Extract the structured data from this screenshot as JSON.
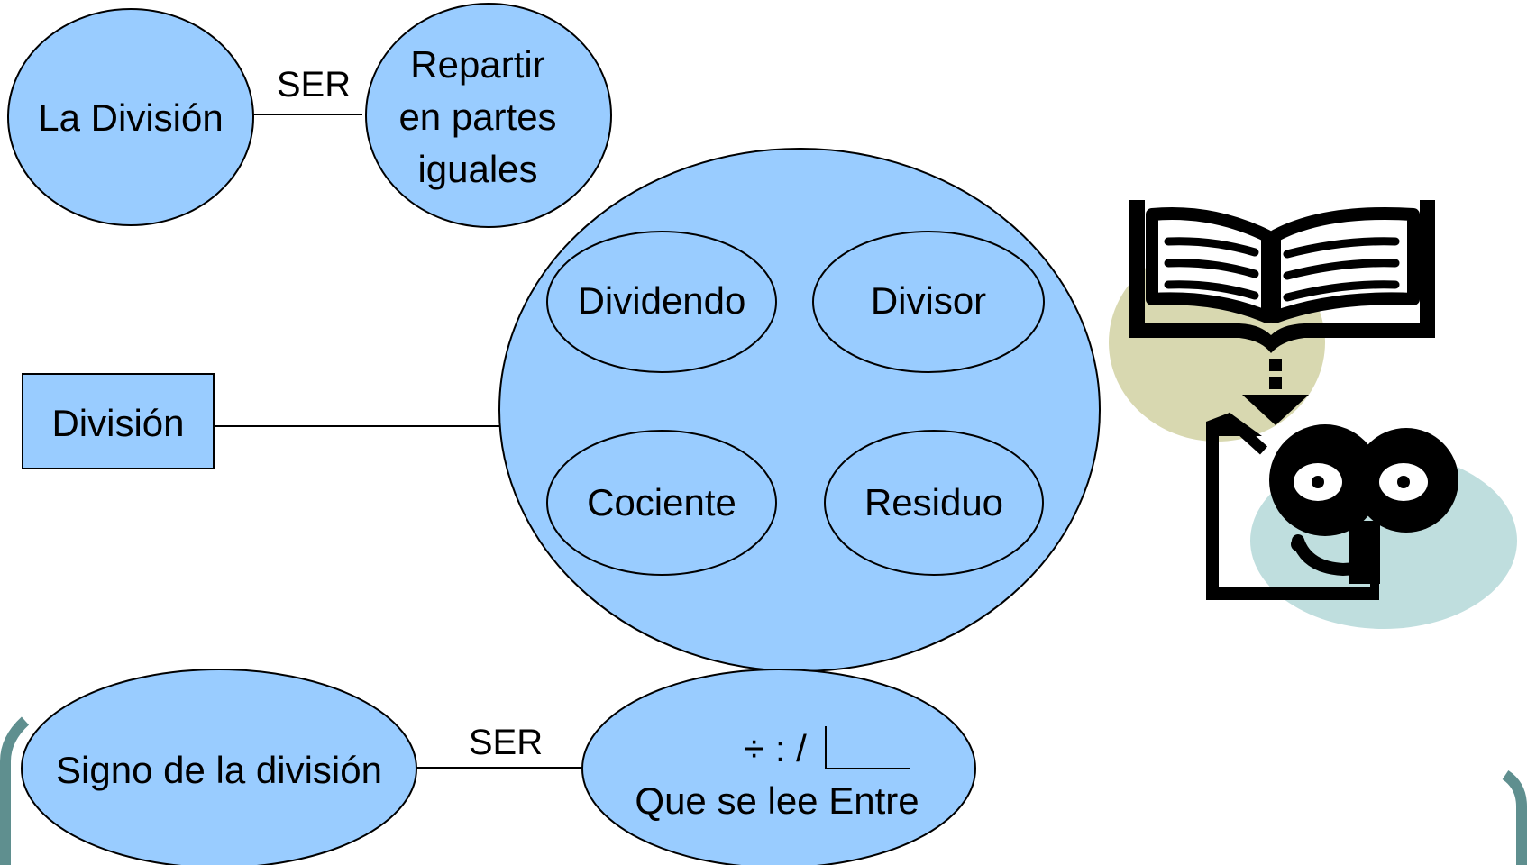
{
  "diagram": {
    "top_concept": {
      "left_label": "La División",
      "relation": "SER",
      "right_lines": [
        "Repartir",
        "en partes",
        "iguales"
      ]
    },
    "middle_concept": {
      "box_label": "División",
      "parts": [
        "Dividendo",
        "Divisor",
        "Cociente",
        "Residuo"
      ]
    },
    "bottom_concept": {
      "left_label": "Signo de la división",
      "relation": "SER",
      "symbols": "÷ : /",
      "reading": "Que se lee Entre"
    }
  },
  "colors": {
    "node_fill": "#99ccff",
    "outline": "#000000",
    "frame": "#5f8f8f",
    "clipart_back1": "#d8d8b0",
    "clipart_back2": "#bfdede"
  },
  "icons": [
    "open-book-icon",
    "arrow-down-icon",
    "reader-face-icon"
  ]
}
